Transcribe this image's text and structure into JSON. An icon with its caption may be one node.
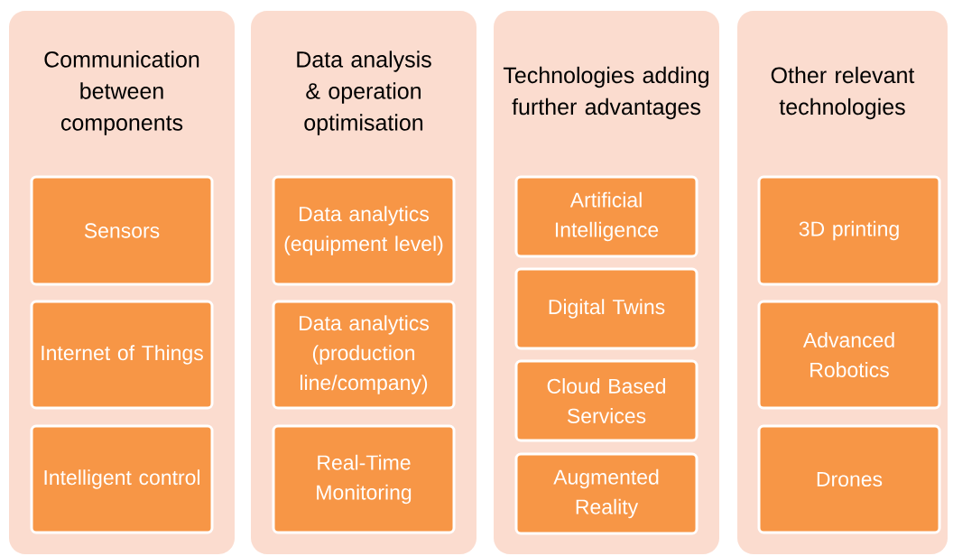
{
  "diagram": {
    "nodes": [
      {
        "text": [
          "Communication between components"
        ]
      },
      {
        "text": [
          "Sensors"
        ],
        "in": 0
      },
      {
        "text": [
          "Internet of Things"
        ],
        "in": 0
      },
      {
        "text": [
          "Intelligent control"
        ],
        "in": 0
      },
      {
        "text": [
          "Data analysis & operation optimisation"
        ]
      },
      {
        "text": [
          "Data analytics (equipment level)"
        ],
        "in": 4
      },
      {
        "text": [
          "Data analytics (production line/company)"
        ],
        "in": 4
      },
      {
        "text": [
          "Real-Time Monitoring"
        ],
        "in": 4
      },
      {
        "text": [
          "Technologies adding further advantages"
        ]
      },
      {
        "text": [
          "Artificial Intelligence"
        ],
        "in": 8
      },
      {
        "text": [
          "Digital Twins"
        ],
        "in": 8
      },
      {
        "text": [
          "Cloud Based Services"
        ],
        "in": 8
      },
      {
        "text": [
          "Augmented Reality"
        ],
        "in": 8
      },
      {
        "text": [
          "Other relevant technologies"
        ]
      },
      {
        "text": [
          "3D printing"
        ],
        "in": 13
      },
      {
        "text": [
          "Advanced Robotics"
        ],
        "in": 13
      },
      {
        "text": [
          "Drones"
        ],
        "in": 13
      }
    ]
  }
}
